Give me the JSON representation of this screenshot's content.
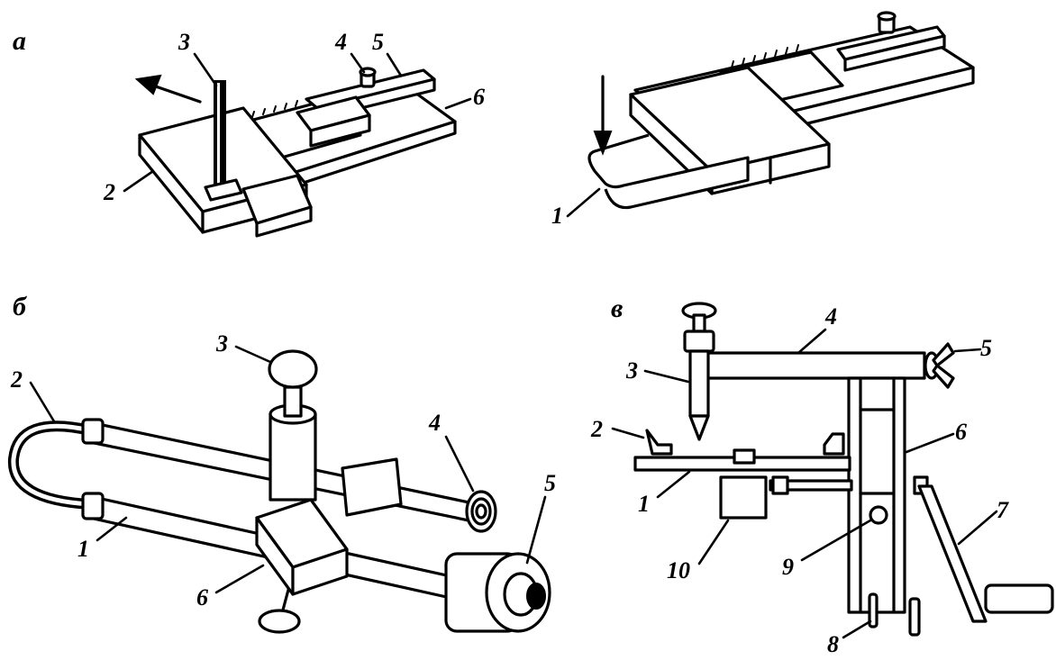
{
  "panels": {
    "a": {
      "letter": "а",
      "callouts": {
        "c1": "1",
        "c2": "2",
        "c3": "3",
        "c4": "4",
        "c5": "5",
        "c6": "6"
      }
    },
    "b": {
      "letter": "б",
      "callouts": {
        "c1": "1",
        "c2": "2",
        "c3": "3",
        "c4": "4",
        "c5": "5",
        "c6": "6"
      }
    },
    "v": {
      "letter": "в",
      "callouts": {
        "c1": "1",
        "c2": "2",
        "c3": "3",
        "c4": "4",
        "c5": "5",
        "c6": "6",
        "c7": "7",
        "c8": "8",
        "c9": "9",
        "c10": "10"
      }
    }
  }
}
